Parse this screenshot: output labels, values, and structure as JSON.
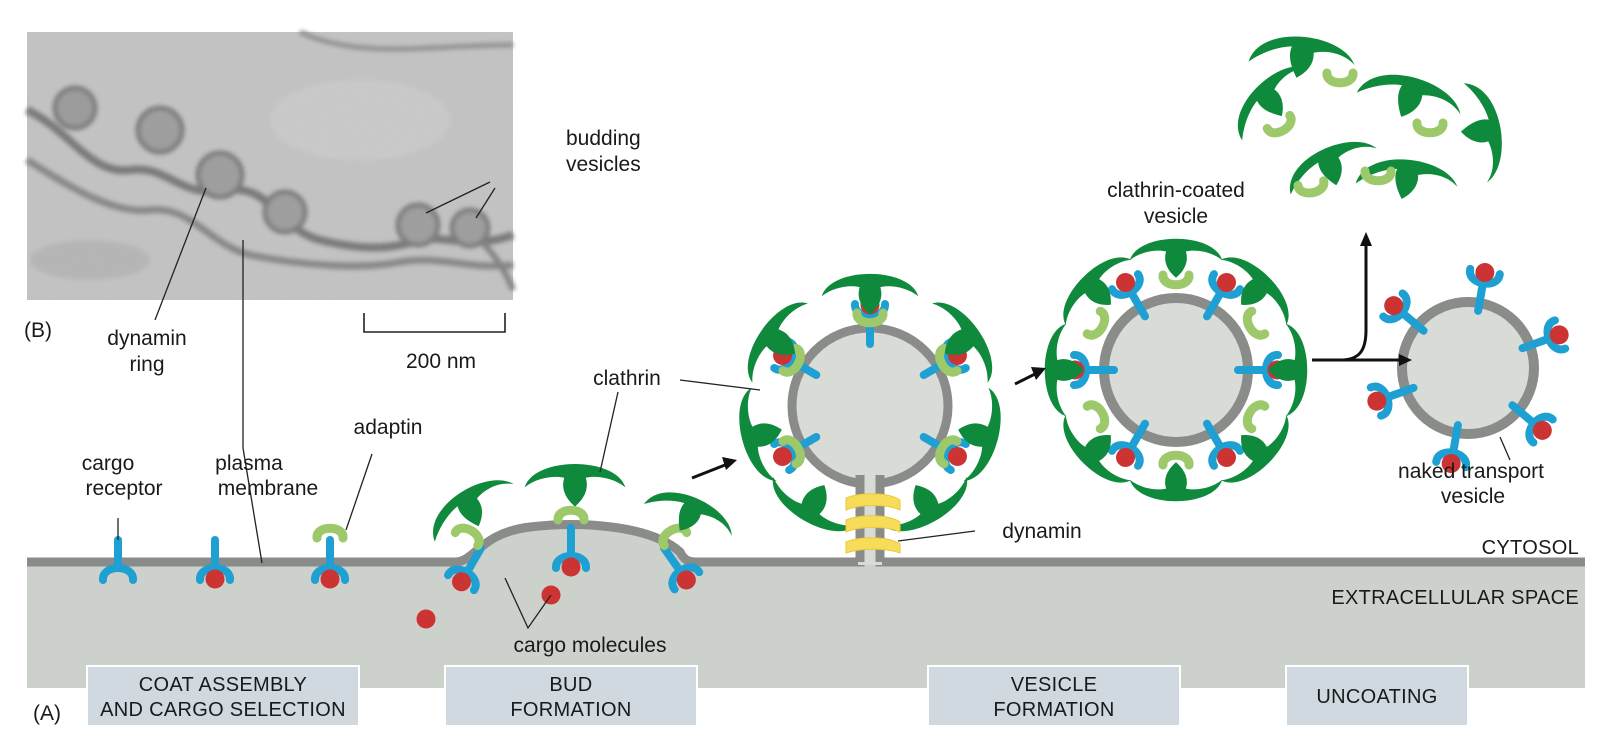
{
  "panel_a_label": "(A)",
  "panel_b_label": "(B)",
  "labels": {
    "budding_vesicles": [
      "budding",
      "vesicles"
    ],
    "dynamin_ring": [
      "dynamin",
      "ring"
    ],
    "scale_bar": "200 nm",
    "cargo_receptor": [
      "cargo",
      "receptor"
    ],
    "plasma_membrane": [
      "plasma",
      "membrane"
    ],
    "adaptin": "adaptin",
    "clathrin": "clathrin",
    "clathrin_coated_vesicle": [
      "clathrin-coated",
      "vesicle"
    ],
    "naked_transport_vesicle": [
      "naked transport",
      "vesicle"
    ],
    "dynamin": "dynamin",
    "cargo_molecules": "cargo molecules",
    "cytosol": "CYTOSOL",
    "extracellular_space": "EXTRACELLULAR SPACE"
  },
  "stages": [
    {
      "lines": [
        "COAT ASSEMBLY",
        "AND CARGO SELECTION"
      ]
    },
    {
      "lines": [
        "BUD",
        "FORMATION"
      ]
    },
    {
      "lines": [
        "VESICLE",
        "FORMATION"
      ]
    },
    {
      "lines": [
        "UNCOATING"
      ]
    }
  ],
  "colors": {
    "clathrin": "#0f8a3c",
    "adaptin": "#9dc96a",
    "receptor": "#1ea0d2",
    "cargo": "#cc3333",
    "membrane": "#8a8c89",
    "extracellular": "#cdd1cb",
    "vesicle_lumen": "#d9dcd6",
    "dynamin": "#f6dc58",
    "stage_box": "#cfd9df",
    "micrograph_bg": "#c9c9c9"
  }
}
